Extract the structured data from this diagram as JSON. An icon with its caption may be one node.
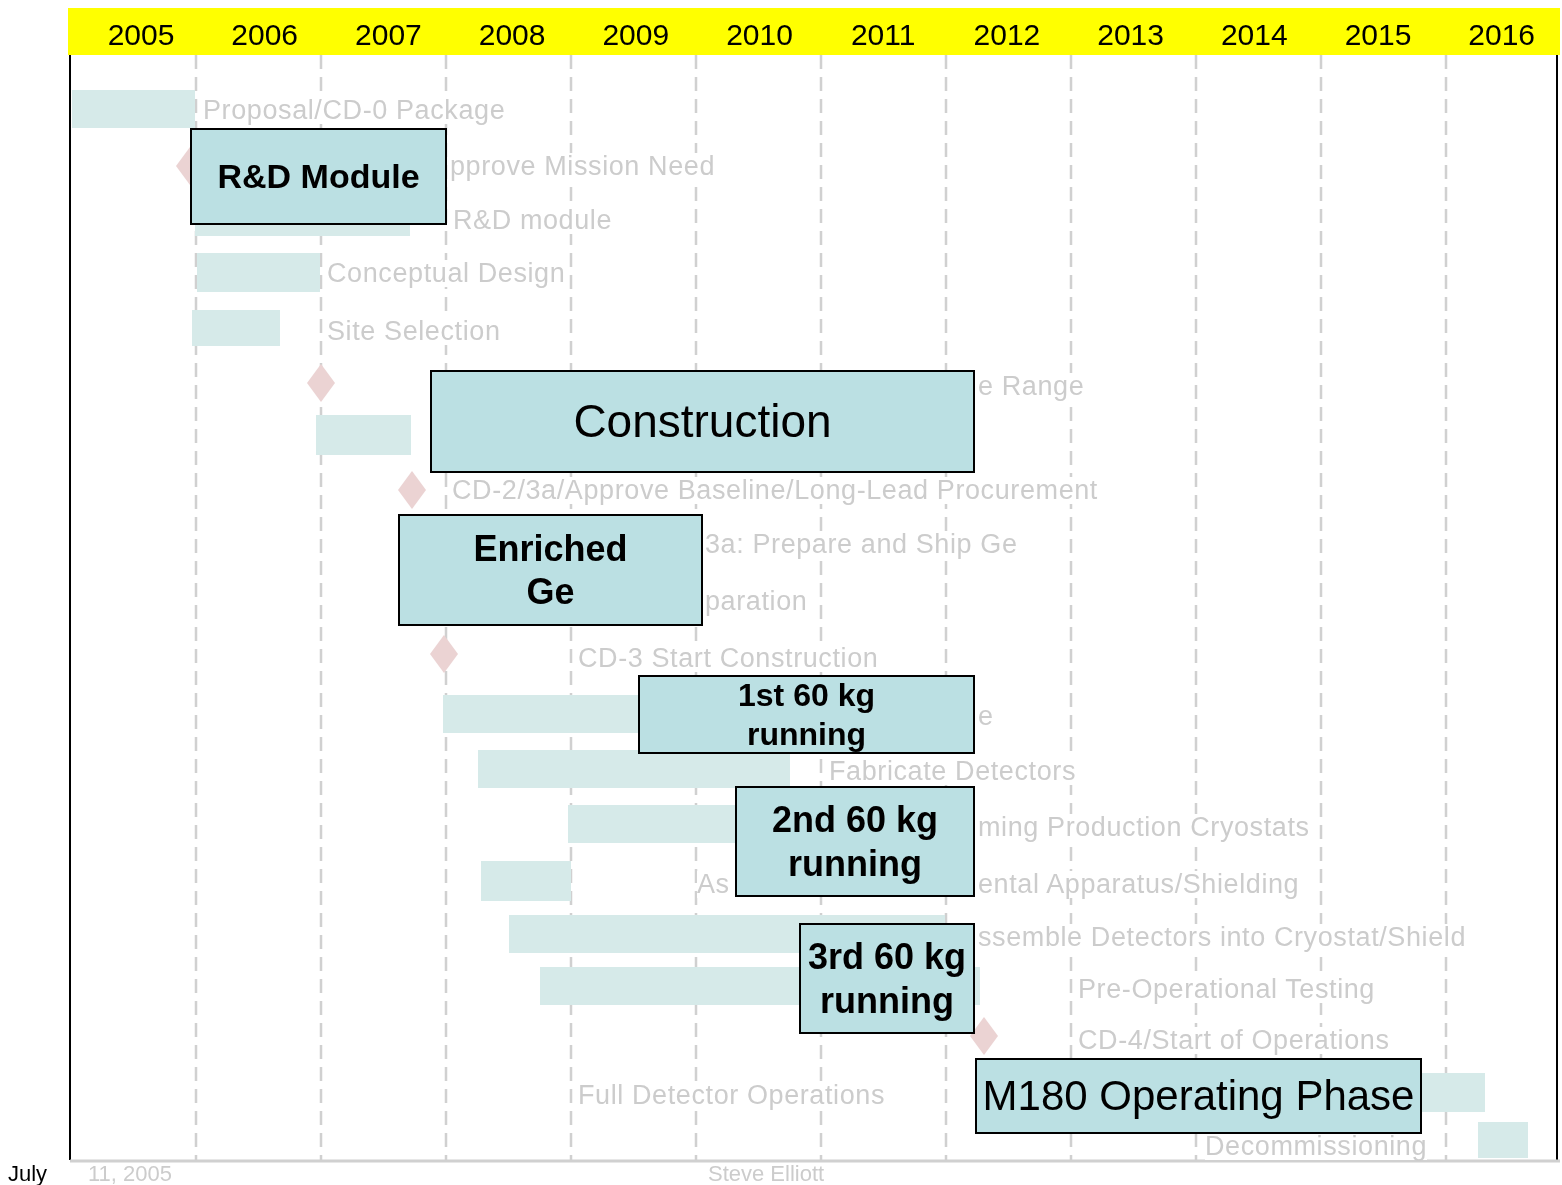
{
  "diagram": {
    "nodes": [
      {
        "text": [
          "R&D Module"
        ]
      },
      {
        "text": [
          "Construction"
        ]
      },
      {
        "text": [
          "Enriched Ge"
        ]
      },
      {
        "text": [
          "1st 60 kg running"
        ]
      },
      {
        "text": [
          "2nd 60 kg running"
        ]
      },
      {
        "text": [
          "3rd 60 kg running"
        ]
      },
      {
        "text": [
          "M180 Operating Phase"
        ]
      }
    ],
    "labels": [
      "2005",
      "2006",
      "2007",
      "2008",
      "2009",
      "2010",
      "2011",
      "2012",
      "2013",
      "2014",
      "2015",
      "2016",
      "Proposal/CD-0 Package",
      "pprove Mission Need",
      "R&D module",
      "Conceptual Design",
      "Site Selection",
      "e Range",
      "CD-2/3a/Approve Baseline/Long-Lead Procurement",
      "3a: Prepare and Ship Ge",
      "paration",
      "CD-3 Start Construction",
      "e",
      "Fabricate Detectors",
      "ming Production Cryostats",
      "As",
      "ental Apparatus/Shielding",
      "ssemble Detectors into Cryostat/Shield",
      "Pre-Operational Testing",
      "CD-4/Start of Operations",
      "Full Detector Operations",
      "Decommissioning",
      "July",
      "11, 2005",
      "Steve Elliott"
    ]
  }
}
